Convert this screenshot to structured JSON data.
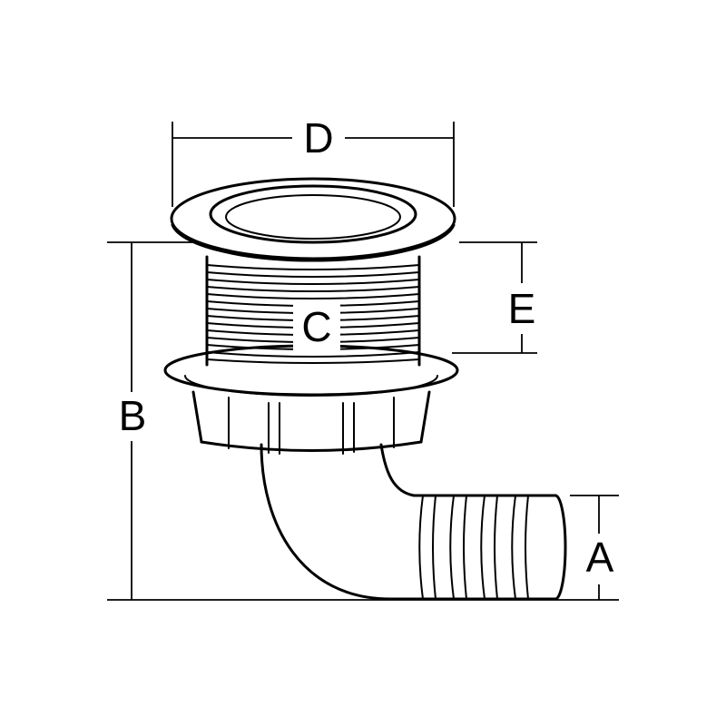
{
  "page": {
    "background_color": "#ffffff"
  },
  "drawing": {
    "kind": "technical-line-drawing",
    "line_color": "#000000",
    "labels": {
      "a": "A",
      "b": "B",
      "c": "C",
      "d": "D",
      "e": "E"
    }
  }
}
